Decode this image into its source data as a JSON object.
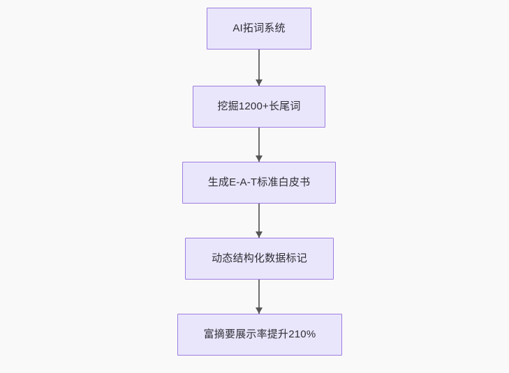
{
  "diagram": {
    "type": "flowchart",
    "direction": "top-to-bottom",
    "background_color": "#f9f9f9",
    "node_fill_color": "#e9e6fc",
    "node_border_color": "#9d7ce0",
    "node_text_color": "#2f2f35",
    "edge_color": "#6e6e6e",
    "nodes": [
      {
        "id": "n1",
        "label": "AI拓词系统"
      },
      {
        "id": "n2",
        "label": "挖掘1200+长尾词"
      },
      {
        "id": "n3",
        "label": "生成E-A-T标准白皮书"
      },
      {
        "id": "n4",
        "label": "动态结构化数据标记"
      },
      {
        "id": "n5",
        "label": "富摘要展示率提升210%"
      }
    ],
    "edges": [
      {
        "from": "n1",
        "to": "n2",
        "label": "",
        "arrow": "arrow-down-icon"
      },
      {
        "from": "n2",
        "to": "n3",
        "label": "",
        "arrow": "arrow-down-icon"
      },
      {
        "from": "n3",
        "to": "n4",
        "label": "",
        "arrow": "arrow-down-icon"
      },
      {
        "from": "n4",
        "to": "n5",
        "label": "",
        "arrow": "arrow-down-icon"
      }
    ]
  }
}
